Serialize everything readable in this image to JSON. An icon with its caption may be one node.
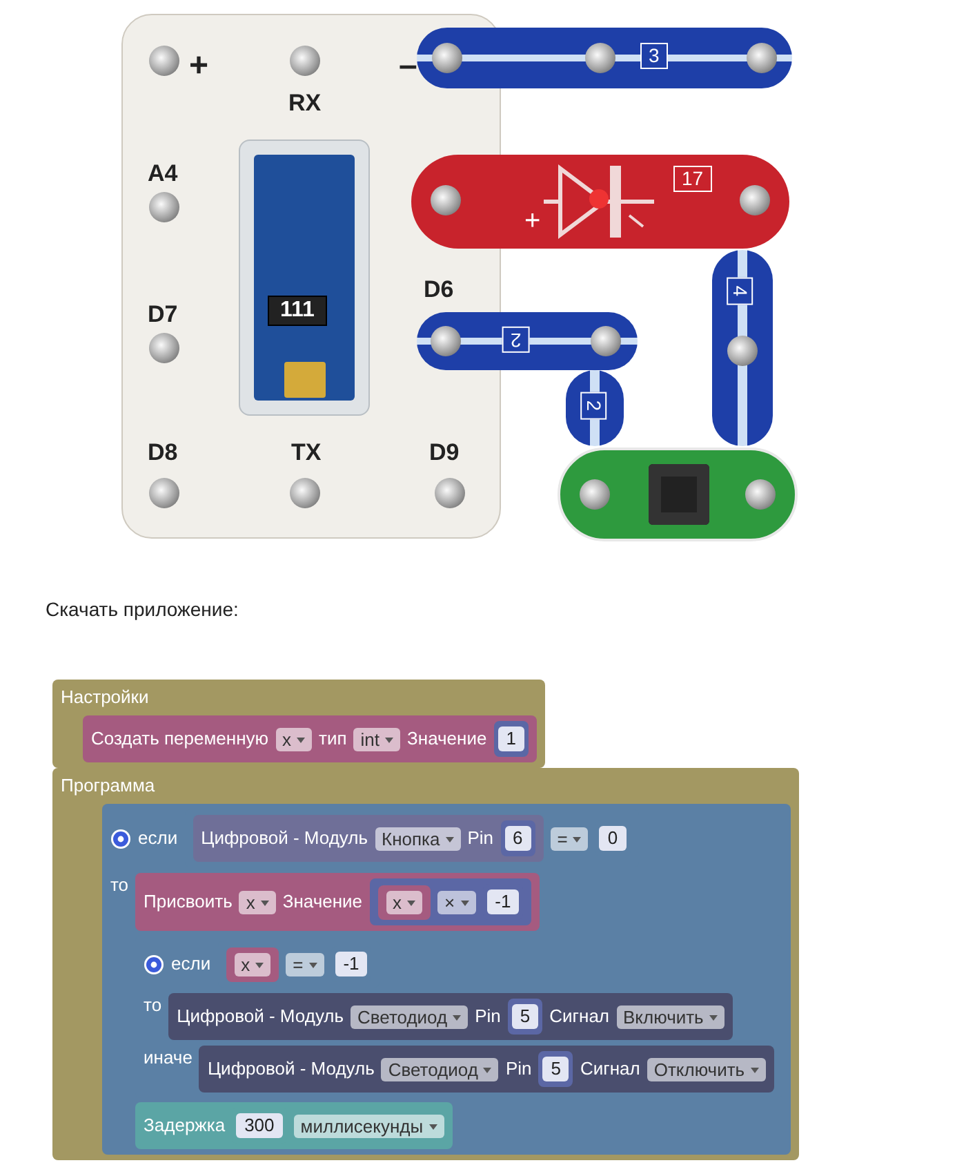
{
  "diagram": {
    "nodes": [
      {
        "text": [
          "+",
          "RX",
          "–",
          "A4",
          "D7",
          "D6",
          "D8",
          "TX",
          "D9"
        ]
      },
      {
        "text": [
          "111"
        ],
        "in": 0
      },
      {
        "text": [
          "3"
        ]
      },
      {
        "text": [
          "+",
          "17"
        ]
      },
      {
        "text": [
          "4"
        ]
      },
      {
        "text": [
          "2"
        ]
      },
      {
        "text": [
          "2"
        ]
      },
      {
        "text": [],
        "shape": "box"
      },
      {
        "text": [
          "Настройки"
        ]
      },
      {
        "text": [
          "Создать переменную",
          "x",
          "тип",
          "int",
          "Значение"
        ],
        "in": 8
      },
      {
        "text": [
          "1"
        ],
        "in": 9
      },
      {
        "text": [
          "Программа"
        ]
      },
      {
        "text": [
          "если",
          "то"
        ],
        "in": 11
      },
      {
        "text": [
          "="
        ],
        "in": 12
      },
      {
        "text": [
          "Цифровой - Модуль",
          "Кнопка",
          "Pin"
        ],
        "in": 13
      },
      {
        "text": [
          "6"
        ],
        "in": 14
      },
      {
        "text": [
          "0"
        ],
        "in": 13
      },
      {
        "text": [
          "Присвоить",
          "x",
          "Значение"
        ],
        "in": 12
      },
      {
        "text": [
          "×"
        ],
        "in": 17
      },
      {
        "text": [
          "x"
        ],
        "in": 18
      },
      {
        "text": [
          "-1"
        ],
        "in": 18
      },
      {
        "text": [
          "если",
          "то",
          "иначе"
        ],
        "in": 12
      },
      {
        "text": [
          "="
        ],
        "in": 21
      },
      {
        "text": [
          "x"
        ],
        "in": 22
      },
      {
        "text": [
          "-1"
        ],
        "in": 22
      },
      {
        "text": [
          "Цифровой - Модуль",
          "Светодиод",
          "Pin",
          "Сигнал",
          "Включить"
        ],
        "in": 21
      },
      {
        "text": [
          "5"
        ],
        "in": 25
      },
      {
        "text": [
          "Цифровой - Модуль",
          "Светодиод",
          "Pin",
          "Сигнал",
          "Отключить"
        ],
        "in": 21
      },
      {
        "text": [
          "5"
        ],
        "in": 27
      },
      {
        "text": [
          "Задержка",
          "миллисекунды"
        ],
        "in": 12
      },
      {
        "text": [
          "300"
        ],
        "in": 29
      }
    ],
    "labels": [
      "Скачать приложение:"
    ]
  }
}
